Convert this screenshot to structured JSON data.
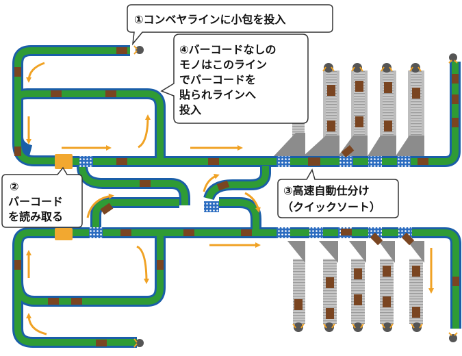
{
  "callouts": {
    "step1": "①コンベヤラインに小包を投入",
    "step2": [
      "②",
      "バーコード",
      "を読み取る"
    ],
    "step3": [
      "③高速自動仕分け",
      "（クイックソート）"
    ],
    "step4": [
      "④バーコードなしの",
      "モノはこのライン",
      "でバーコードを",
      "貼られラインへ",
      "投入"
    ]
  },
  "colors": {
    "belt_outer": "#1a5ea8",
    "belt_inner": "#2f9b35",
    "parcel": "#7a4521",
    "arrow": "#f0a224",
    "scanner": "#f2a830",
    "sorter": "#2b6cc0",
    "chute": "#b9b9b9",
    "roller": "#555555",
    "endcap": "#f0a224"
  },
  "icons": [
    "conveyor-belt",
    "parcel",
    "barcode-scanner",
    "sort-gate",
    "chute",
    "flow-arrow",
    "end-roller"
  ]
}
